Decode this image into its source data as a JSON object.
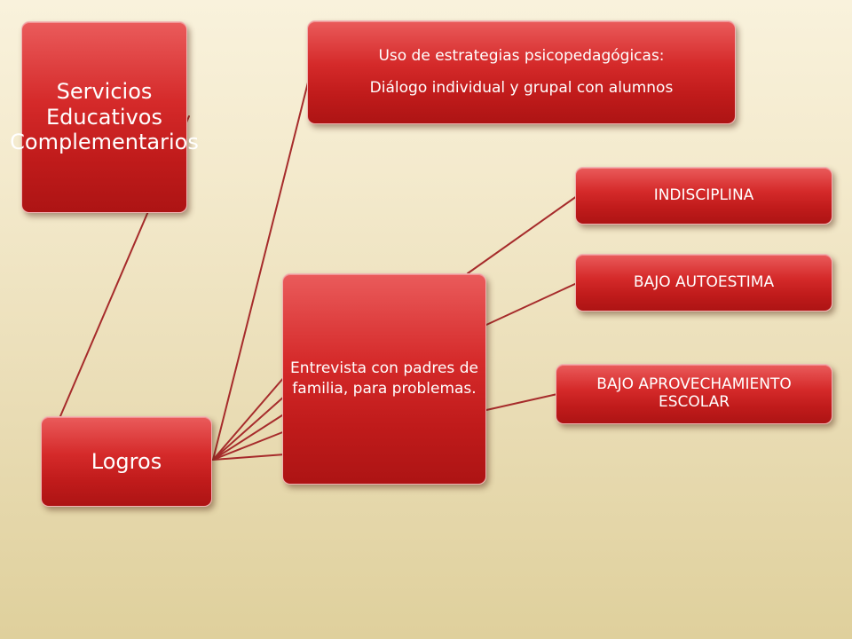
{
  "nodes": {
    "servicios": {
      "label": "Servicios Educativos Complementarios"
    },
    "estrategias": {
      "line1": "Uso de estrategias psicopedagógicas:",
      "line2": "Diálogo individual y grupal con alumnos"
    },
    "indisciplina": {
      "label": "INDISCIPLINA"
    },
    "autoestima": {
      "label": "BAJO AUTOESTIMA"
    },
    "aprovechamiento": {
      "label": "BAJO APROVECHAMIENTO ESCOLAR"
    },
    "entrevista": {
      "label": "Entrevista con padres de familia, para problemas."
    },
    "logros": {
      "label": "Logros"
    }
  },
  "colors": {
    "node_fill": "#c91f1f",
    "node_border": "#f1b3b3",
    "connector": "#a62b2b",
    "background": "#f3e9cb"
  }
}
